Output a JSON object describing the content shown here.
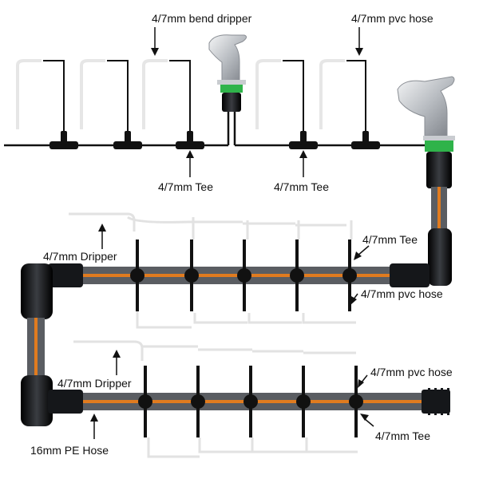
{
  "labels": {
    "bend_dripper": "4/7mm  bend dripper",
    "pvc_hose_top": "4/7mm  pvc hose",
    "tee_top_left": "4/7mm Tee",
    "tee_top_right": "4/7mm Tee",
    "tee_mid": "4/7mm Tee",
    "dripper_mid": "4/7mm Dripper",
    "pvc_hose_mid": "4/7mm pvc hose",
    "dripper_low": "4/7mm Dripper",
    "pvc_hose_low": "4/7mm pvc hose",
    "pe_hose": "16mm PE Hose",
    "tee_low": "4/7mm Tee"
  },
  "colors": {
    "pe_hose_body": "#5a5d62",
    "pe_hose_stripe": "#e07b1f",
    "fitting": "#15171a",
    "connector_green": "#2fb34a",
    "faucet_silver": "#b9bdc2",
    "dripper_white": "#ececec",
    "line": "#111111"
  },
  "icons": {
    "faucet": "faucet-icon",
    "end_plug": "end-plug-icon"
  }
}
